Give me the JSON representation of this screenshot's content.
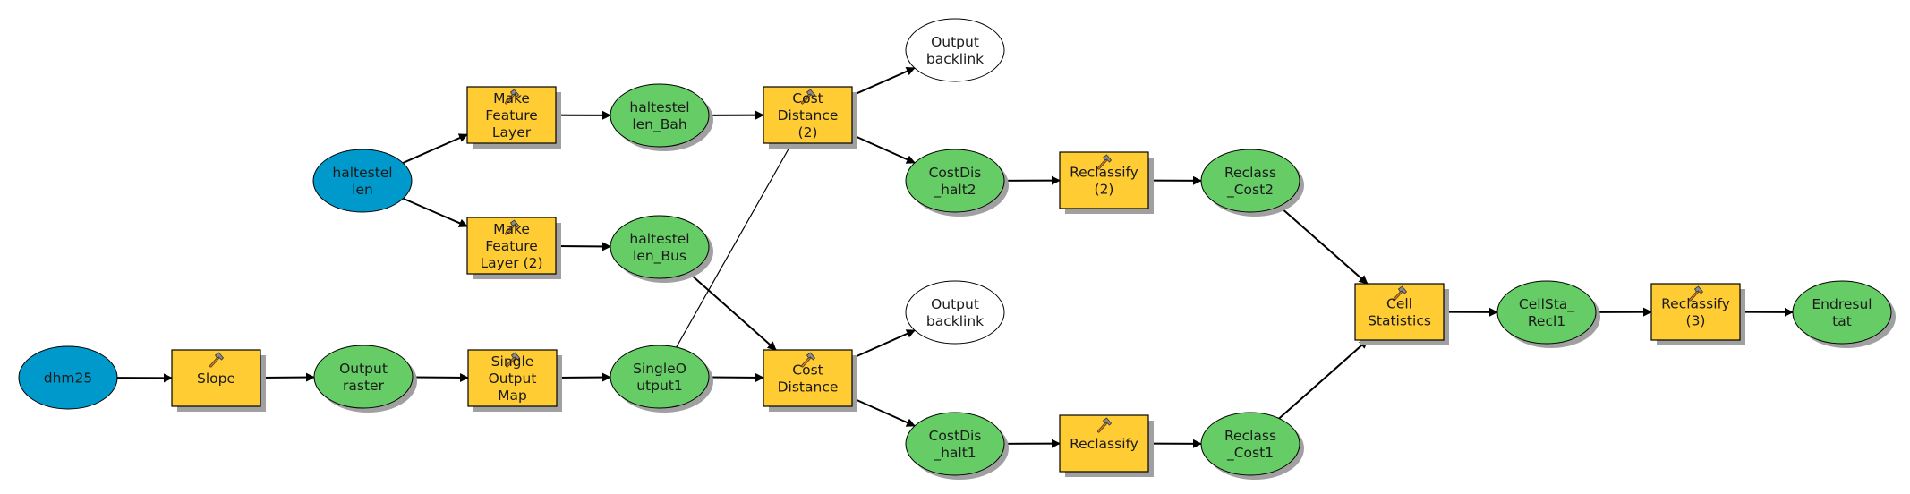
{
  "diagram": {
    "title": "ModelBuilder workflow",
    "colors": {
      "input_data": "#0099CC",
      "derived_data": "#66CC66",
      "tool": "#FFCC33",
      "unused_output": "#FFFFFF",
      "shadow": "#A0A0A0",
      "connector": "#000000"
    },
    "nodes": [
      {
        "id": "dhm25",
        "kind": "input",
        "lines": [
          "dhm25"
        ]
      },
      {
        "id": "slope",
        "kind": "tool",
        "lines": [
          "Slope"
        ],
        "icon": "hammer-icon"
      },
      {
        "id": "output_raster",
        "kind": "derived",
        "lines": [
          "Output",
          "raster"
        ]
      },
      {
        "id": "single_output_map",
        "kind": "tool",
        "lines": [
          "Single",
          "Output",
          "Map"
        ],
        "icon": "hammer-icon"
      },
      {
        "id": "singleoutput1",
        "kind": "derived",
        "lines": [
          "SingleO",
          "utput1"
        ]
      },
      {
        "id": "cost_distance",
        "kind": "tool",
        "lines": [
          "Cost",
          "Distance"
        ],
        "icon": "hammer-icon"
      },
      {
        "id": "output_backlink_1",
        "kind": "unused",
        "lines": [
          "Output",
          "backlink"
        ]
      },
      {
        "id": "costdis_halt1",
        "kind": "derived",
        "lines": [
          "CostDis",
          "_halt1"
        ]
      },
      {
        "id": "reclassify",
        "kind": "tool",
        "lines": [
          "Reclassify"
        ],
        "icon": "hammer-icon"
      },
      {
        "id": "reclass_cost1",
        "kind": "derived",
        "lines": [
          "Reclass",
          "_Cost1"
        ]
      },
      {
        "id": "haltestellen",
        "kind": "input",
        "lines": [
          "haltestel",
          "len"
        ]
      },
      {
        "id": "make_feature_layer",
        "kind": "tool",
        "lines": [
          "Make",
          "Feature",
          "Layer"
        ],
        "icon": "hammer-icon"
      },
      {
        "id": "make_feature_layer_2",
        "kind": "tool",
        "lines": [
          "Make",
          "Feature",
          "Layer (2)"
        ],
        "icon": "hammer-icon"
      },
      {
        "id": "haltestellen_bah",
        "kind": "derived",
        "lines": [
          "haltestel",
          "len_Bah"
        ]
      },
      {
        "id": "haltestellen_bus",
        "kind": "derived",
        "lines": [
          "haltestel",
          "len_Bus"
        ]
      },
      {
        "id": "cost_distance_2",
        "kind": "tool",
        "lines": [
          "Cost",
          "Distance",
          "(2)"
        ],
        "icon": "hammer-icon"
      },
      {
        "id": "output_backlink_2",
        "kind": "unused",
        "lines": [
          "Output",
          "backlink"
        ]
      },
      {
        "id": "costdis_halt2",
        "kind": "derived",
        "lines": [
          "CostDis",
          "_halt2"
        ]
      },
      {
        "id": "reclassify_2",
        "kind": "tool",
        "lines": [
          "Reclassify",
          "(2)"
        ],
        "icon": "hammer-icon"
      },
      {
        "id": "reclass_cost2",
        "kind": "derived",
        "lines": [
          "Reclass",
          "_Cost2"
        ]
      },
      {
        "id": "cell_statistics",
        "kind": "tool",
        "lines": [
          "Cell",
          "Statistics"
        ],
        "icon": "hammer-icon"
      },
      {
        "id": "cellsta_recl1",
        "kind": "derived",
        "lines": [
          "CellSta_",
          "Recl1"
        ]
      },
      {
        "id": "reclassify_3",
        "kind": "tool",
        "lines": [
          "Reclassify",
          "(3)"
        ],
        "icon": "hammer-icon"
      },
      {
        "id": "endresultat",
        "kind": "derived",
        "lines": [
          "Endresul",
          "tat"
        ]
      }
    ],
    "edges": [
      {
        "from": "dhm25",
        "to": "slope"
      },
      {
        "from": "slope",
        "to": "output_raster"
      },
      {
        "from": "output_raster",
        "to": "single_output_map"
      },
      {
        "from": "single_output_map",
        "to": "singleoutput1"
      },
      {
        "from": "singleoutput1",
        "to": "cost_distance"
      },
      {
        "from": "singleoutput1",
        "to": "cost_distance_2",
        "style": "thin"
      },
      {
        "from": "haltestellen",
        "to": "make_feature_layer"
      },
      {
        "from": "haltestellen",
        "to": "make_feature_layer_2"
      },
      {
        "from": "make_feature_layer",
        "to": "haltestellen_bah"
      },
      {
        "from": "make_feature_layer_2",
        "to": "haltestellen_bus"
      },
      {
        "from": "haltestellen_bah",
        "to": "cost_distance_2"
      },
      {
        "from": "haltestellen_bus",
        "to": "cost_distance"
      },
      {
        "from": "cost_distance_2",
        "to": "output_backlink_2"
      },
      {
        "from": "cost_distance_2",
        "to": "costdis_halt2"
      },
      {
        "from": "cost_distance",
        "to": "output_backlink_1"
      },
      {
        "from": "cost_distance",
        "to": "costdis_halt1"
      },
      {
        "from": "costdis_halt2",
        "to": "reclassify_2"
      },
      {
        "from": "reclassify_2",
        "to": "reclass_cost2"
      },
      {
        "from": "costdis_halt1",
        "to": "reclassify"
      },
      {
        "from": "reclassify",
        "to": "reclass_cost1"
      },
      {
        "from": "reclass_cost2",
        "to": "cell_statistics"
      },
      {
        "from": "reclass_cost1",
        "to": "cell_statistics"
      },
      {
        "from": "cell_statistics",
        "to": "cellsta_recl1"
      },
      {
        "from": "cellsta_recl1",
        "to": "reclassify_3"
      },
      {
        "from": "reclassify_3",
        "to": "endresultat"
      }
    ]
  }
}
